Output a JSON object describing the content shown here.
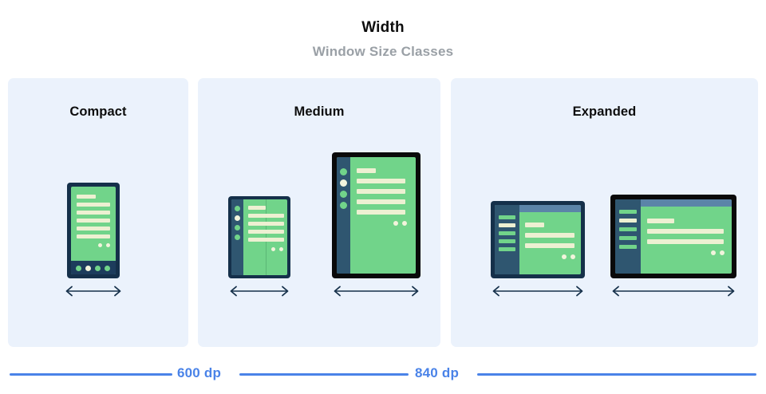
{
  "header": {
    "title": "Width",
    "subtitle": "Window Size Classes"
  },
  "panels": [
    {
      "label": "Compact"
    },
    {
      "label": "Medium"
    },
    {
      "label": "Expanded"
    }
  ],
  "measure": {
    "labels": [
      "600 dp",
      "840 dp"
    ],
    "line_color": "#4a83e8"
  },
  "colors": {
    "panel_background": "#ebf2fc",
    "page_background": "#ffffff",
    "title_text": "#0d0d0d",
    "subtitle_text": "#9aa0a6",
    "device_frame_navy": "#15304a",
    "device_frame_black": "#0a0a0a",
    "screen_green": "#71d48a",
    "content_cream": "#edf0d2",
    "nav_rail_slate": "#2f5670",
    "top_bar_blue": "#5b84a8",
    "arrow": "#15304a",
    "accent_blue": "#4a83e8"
  },
  "devices": {
    "compact_phone": {
      "name": "phone",
      "orientation": "portrait",
      "nav": "bottom-bar",
      "nav_items": 4,
      "selected_index": 1,
      "content_lines": 6,
      "action_dots": 2
    },
    "medium_foldable": {
      "name": "foldable-dual-pane",
      "orientation": "portrait",
      "nav": "left-rail",
      "nav_items": 4,
      "selected_index": 1,
      "content_lines": 5,
      "action_dots": 2,
      "fold_line": true
    },
    "medium_tablet": {
      "name": "tablet-portrait",
      "orientation": "portrait",
      "nav": "left-rail",
      "nav_items": 4,
      "selected_index": 1,
      "content_lines": 5,
      "action_dots": 2
    },
    "expanded_small": {
      "name": "tablet-landscape-small",
      "orientation": "landscape",
      "nav": "left-sidebar",
      "nav_items": 5,
      "selected_index": 1,
      "content_lines": 3,
      "action_dots": 2,
      "top_bar": true
    },
    "expanded_large": {
      "name": "tablet-landscape-large",
      "orientation": "landscape",
      "nav": "left-sidebar",
      "nav_items": 5,
      "selected_index": 1,
      "content_lines": 3,
      "action_dots": 2,
      "top_bar": true
    }
  },
  "arrows": {
    "icon": "double-headed-arrow",
    "count": 5
  }
}
